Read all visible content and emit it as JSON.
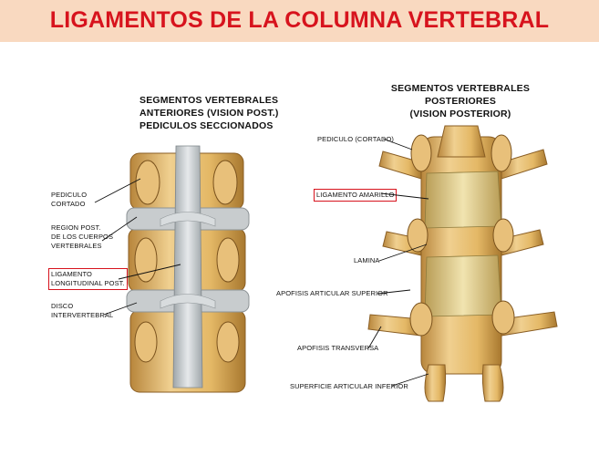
{
  "title": "LIGAMENTOS DE LA COLUMNA VERTEBRAL",
  "left_figure": {
    "heading": [
      "SEGMENTOS VERTEBRALES",
      "ANTERIORES (VISION POST.)",
      "PEDICULOS SECCIONADOS"
    ],
    "labels": {
      "pediculo": [
        "PEDICULO",
        "CORTADO"
      ],
      "region": [
        "REGION POST.",
        "DE LOS CUERPOS",
        "VERTEBRALES"
      ],
      "ligamento": [
        "LIGAMENTO",
        "LONGITUDINAL POST."
      ],
      "disco": [
        "DISCO",
        "INTERVERTEBRAL"
      ]
    }
  },
  "right_figure": {
    "heading": [
      "SEGMENTOS VERTEBRALES POSTERIORES",
      "(VISION POSTERIOR)"
    ],
    "labels": {
      "pediculo": "PEDICULO (CORTADO)",
      "amarillo": "LIGAMENTO AMARILLO",
      "lamina": "LAMINA",
      "apofisis_sup": "APOFISIS ARTICULAR SUPERIOR",
      "apofisis_trans": "APOFISIS TRANSVERSA",
      "superficie": "SUPERFICIE ARTICULAR INFERIOR"
    }
  },
  "colors": {
    "title": "#d7131d",
    "banner": "#f9d9c0",
    "bone": "#e8c27a",
    "bone_dark": "#b8863c",
    "ligament": "#c9cdd0",
    "highlight_box": "#d7131d"
  }
}
